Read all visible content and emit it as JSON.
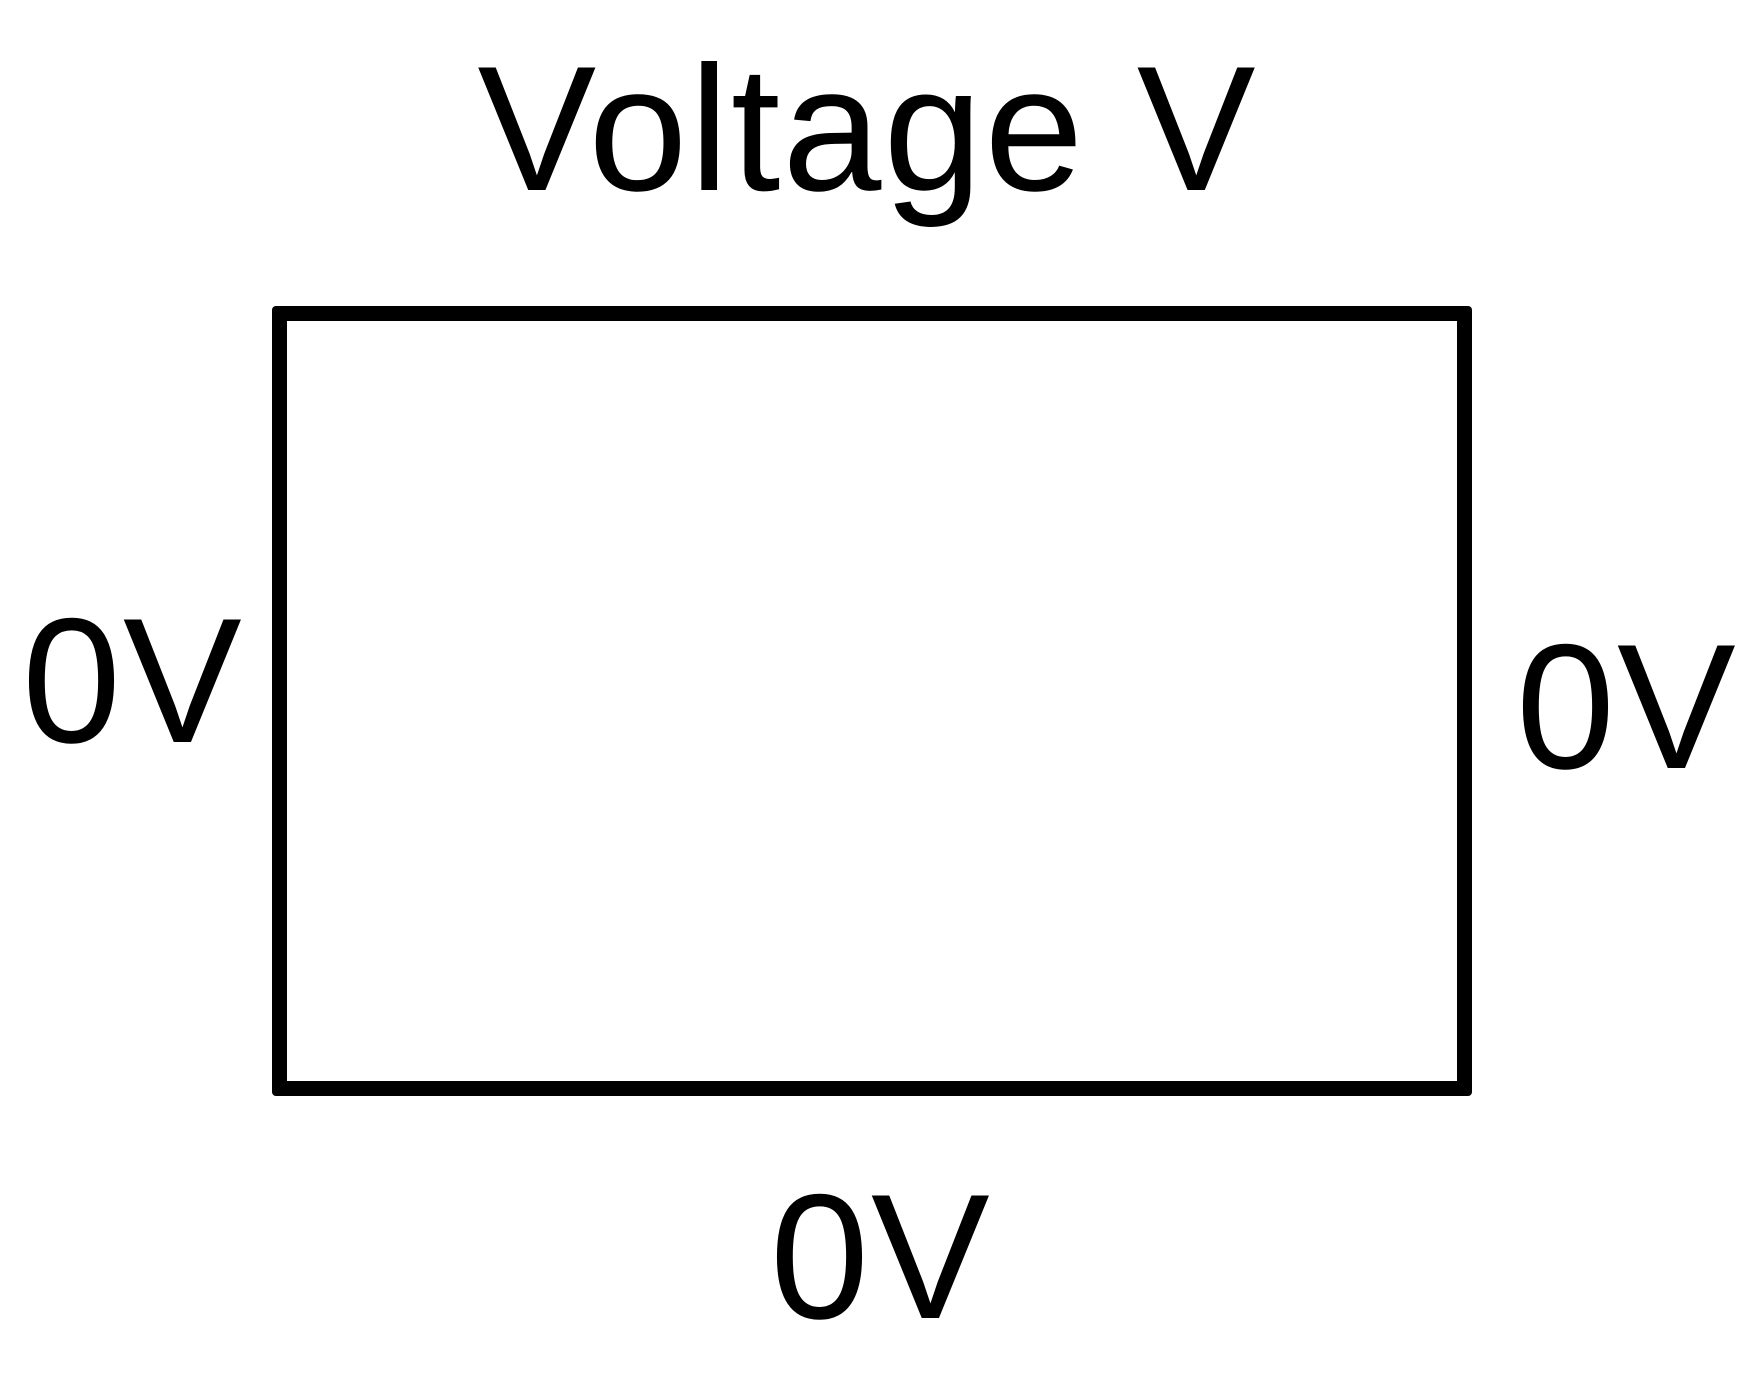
{
  "labels": {
    "top": "Voltage V",
    "left": "0V",
    "right": "0V",
    "bottom": "0V"
  },
  "colors": {
    "stroke": "#000000",
    "background": "#ffffff"
  }
}
